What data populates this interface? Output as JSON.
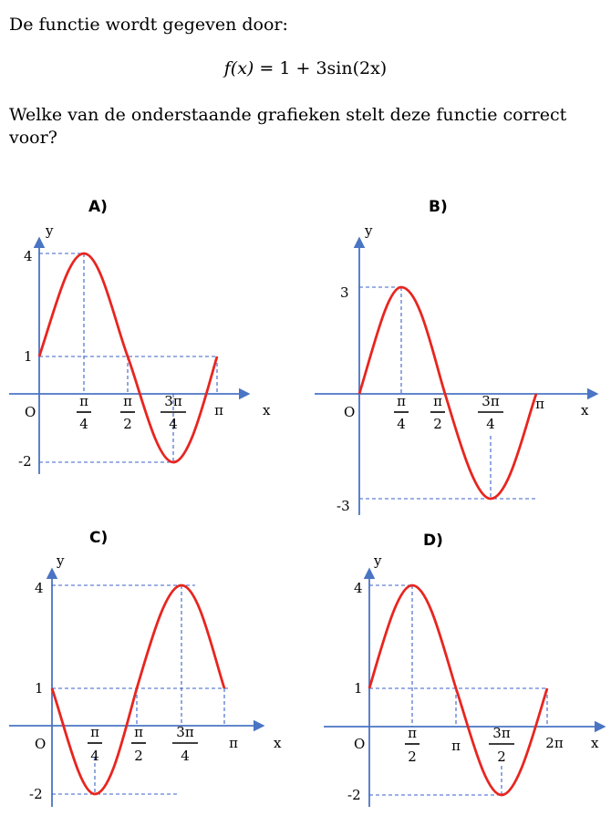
{
  "intro": "De functie wordt gegeven door:",
  "formula": {
    "lhs": "f(x)",
    "rhs": "= 1 + 3sin(2x)"
  },
  "question": "Welke van de onderstaande grafieken stelt deze functie correct voor?",
  "graphs": [
    {
      "title": "A)",
      "y_axis_label": "y",
      "x_axis_label": "x",
      "origin_label": "O",
      "y_ticks": [
        "4",
        "1",
        "-2"
      ],
      "x_ticks": [
        {
          "num": "π",
          "den": "4"
        },
        {
          "num": "π",
          "den": "2"
        },
        {
          "num": "3π",
          "den": "4"
        },
        {
          "num": "π",
          "den": ""
        }
      ]
    },
    {
      "title": "B)",
      "y_axis_label": "y",
      "x_axis_label": "x",
      "origin_label": "O",
      "y_ticks": [
        "3",
        "-3"
      ],
      "x_ticks": [
        {
          "num": "π",
          "den": "4"
        },
        {
          "num": "π",
          "den": "2"
        },
        {
          "num": "3π",
          "den": "4"
        },
        {
          "num": "π",
          "den": ""
        }
      ]
    },
    {
      "title": "C)",
      "y_axis_label": "y",
      "x_axis_label": "x",
      "origin_label": "O",
      "y_ticks": [
        "4",
        "1",
        "-2"
      ],
      "x_ticks": [
        {
          "num": "π",
          "den": "4"
        },
        {
          "num": "π",
          "den": "2"
        },
        {
          "num": "3π",
          "den": "4"
        },
        {
          "num": "π",
          "den": ""
        }
      ]
    },
    {
      "title": "D)",
      "y_axis_label": "y",
      "x_axis_label": "x",
      "origin_label": "O",
      "y_ticks": [
        "4",
        "1",
        "-2"
      ],
      "x_ticks": [
        {
          "num": "π",
          "den": "2"
        },
        {
          "num": "π",
          "den": ""
        },
        {
          "num": "3π",
          "den": "2"
        },
        {
          "num": "2π",
          "den": ""
        }
      ]
    }
  ]
}
